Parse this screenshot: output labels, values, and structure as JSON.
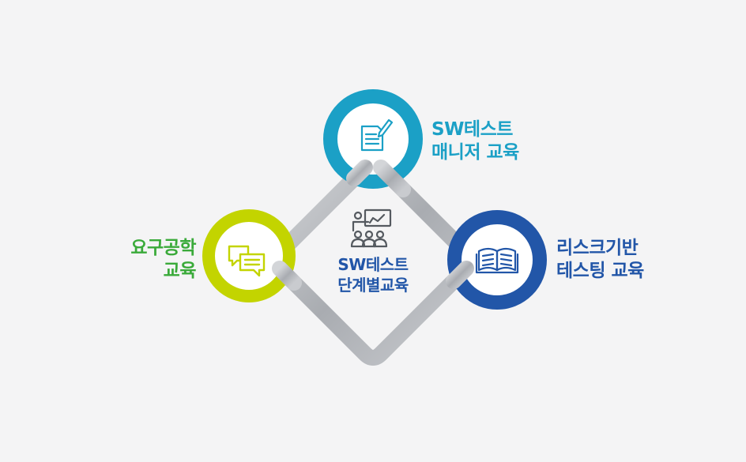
{
  "nodes": {
    "manager": {
      "line1": "SW테스트",
      "line2": "매니저 교육",
      "color": "#1ba0c6",
      "icon": "document-pen-icon"
    },
    "risk": {
      "line1": "리스크기반",
      "line2": "테스팅 교육",
      "color": "#2256a8",
      "icon": "open-book-icon"
    },
    "requirements": {
      "line1": "요구공학",
      "line2": "교육",
      "color": "#c3d400",
      "text_color": "#3aaa3a",
      "icon": "chat-bubbles-icon"
    },
    "center": {
      "line1": "SW테스트",
      "line2": "단계별교육",
      "color": "#2256a8",
      "icon": "classroom-icon"
    }
  },
  "connector_color": "#b7b9bd"
}
